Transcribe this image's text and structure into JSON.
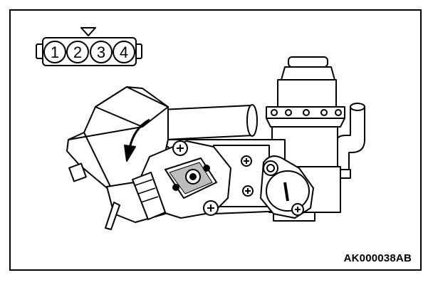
{
  "figure_id": "AK000038AB",
  "connector": {
    "pins": [
      "1",
      "2",
      "3",
      "4"
    ]
  },
  "colors": {
    "ink": "#000000",
    "paper": "#ffffff",
    "shade": "#bdbdbd"
  }
}
